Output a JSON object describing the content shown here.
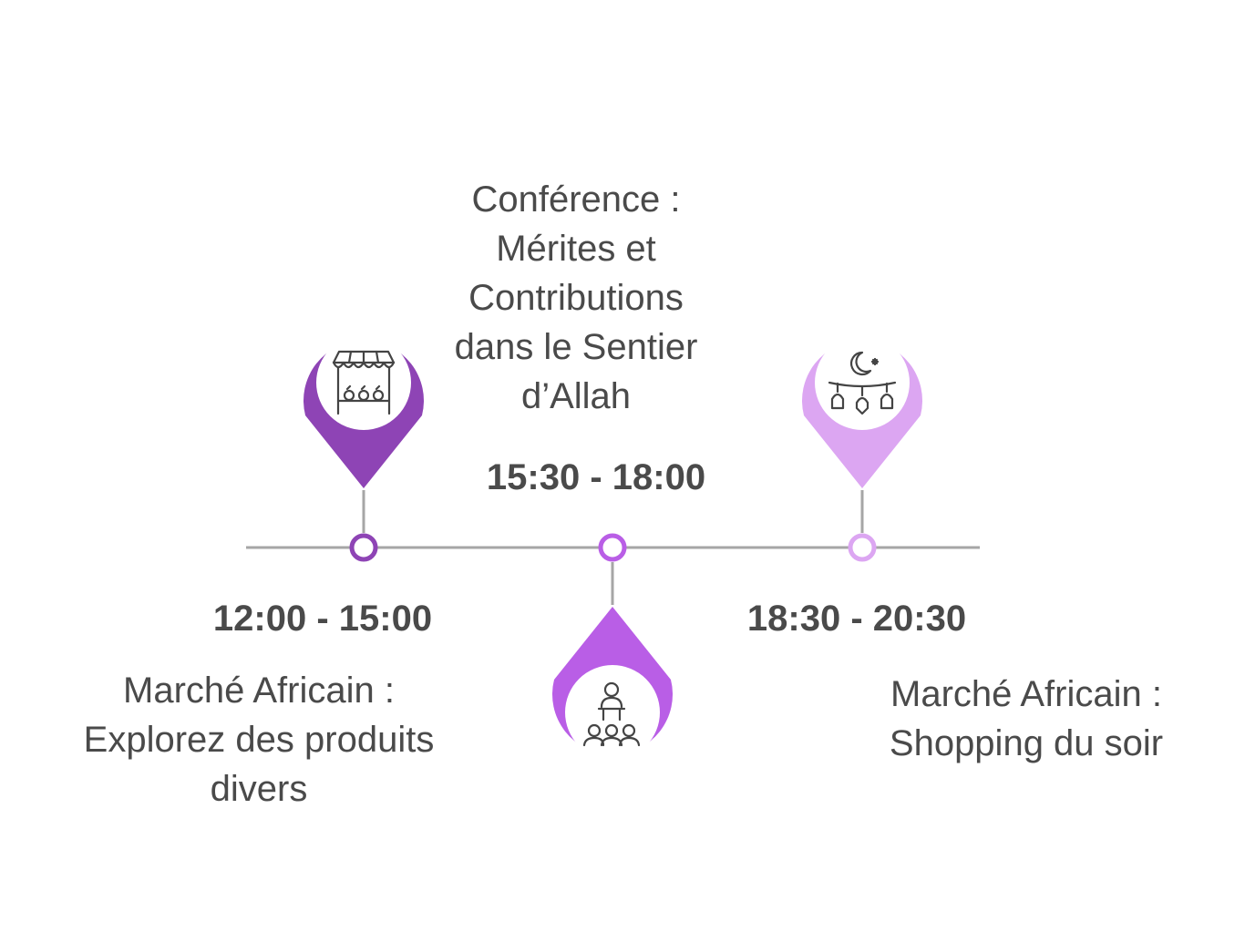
{
  "timeline": {
    "line_color": "#a6a6a6",
    "events": [
      {
        "id": "marche-africain",
        "time": "12:00 - 15:00",
        "title_lines": [
          "Marché Africain :",
          "Explorez des produits",
          "divers"
        ],
        "color": "#8e44b5",
        "icon": "market-stall-icon",
        "pin_direction": "up"
      },
      {
        "id": "conference",
        "time": "15:30 - 18:00",
        "title_lines": [
          "Conférence :",
          "Mérites et",
          "Contributions",
          "dans le Sentier",
          "d’Allah"
        ],
        "color": "#b95ee6",
        "icon": "audience-speaker-icon",
        "pin_direction": "down"
      },
      {
        "id": "shopping-soir",
        "time": "18:30 - 20:30",
        "title_lines": [
          "Marché Africain :",
          "Shopping du soir"
        ],
        "color": "#dca6f2",
        "icon": "ramadan-lanterns-icon",
        "pin_direction": "up"
      }
    ]
  }
}
